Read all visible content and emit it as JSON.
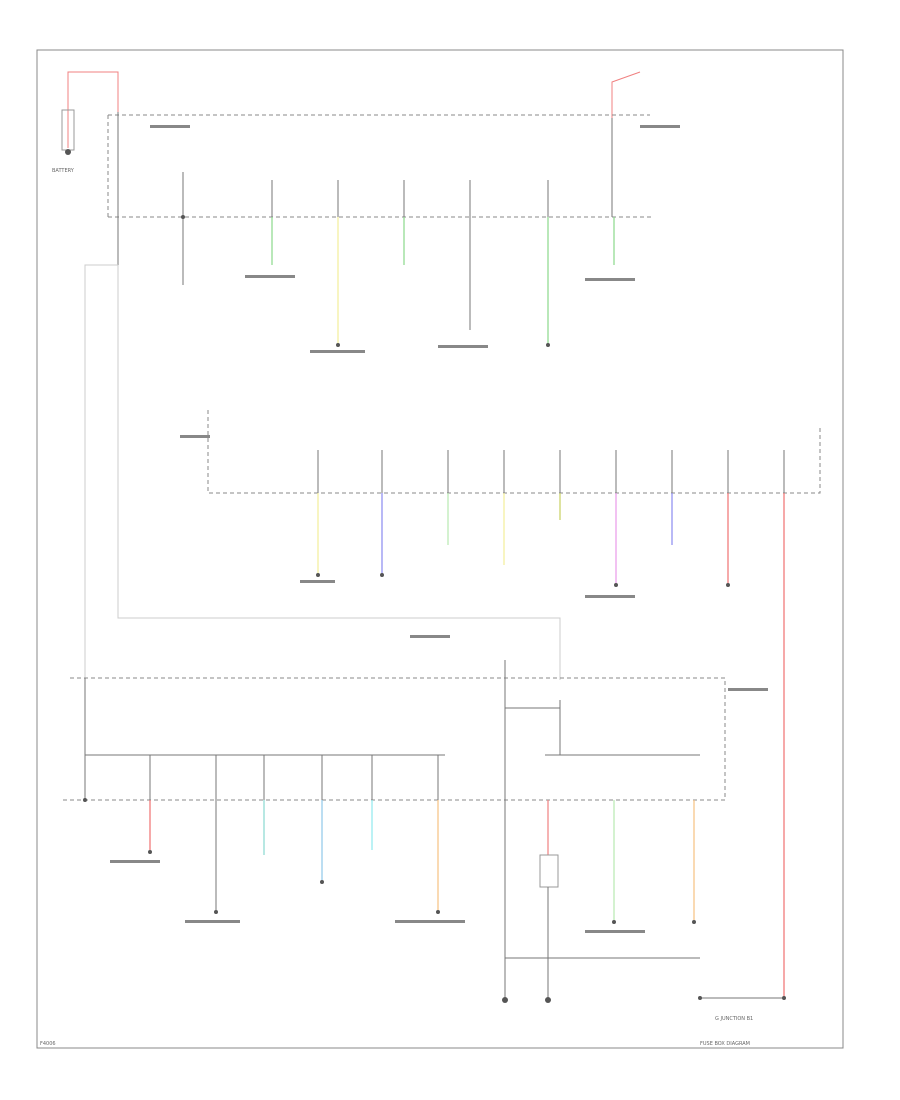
{
  "labels": {
    "battery": "BATTERY",
    "footer_left": "F4006",
    "footer_right": "FUSE BOX DIAGRAM",
    "bottom_note": "G    JUNCTION  B1"
  },
  "colors": {
    "pink": "#f08080",
    "red": "#f07070",
    "green": "#8ad88a",
    "yellow": "#f2ee9a",
    "ltgreen": "#b8eab0",
    "blue": "#8a8af0",
    "violet": "#e89ae8",
    "olive": "#c8d060",
    "cyan": "#90e8ee",
    "orange": "#f6c080",
    "teal": "#88d8d0",
    "skyblue": "#90c8e8"
  }
}
